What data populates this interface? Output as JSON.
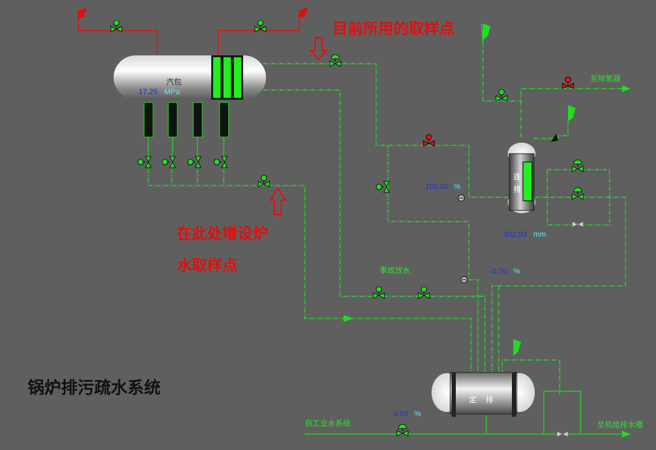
{
  "title": "锅炉排污疏水系统",
  "annotations": {
    "current_sample_point": "目前所用的取样点",
    "new_sample_point_line1": "在此处增设炉",
    "new_sample_point_line2": "水取样点"
  },
  "drum": {
    "label": "汽包",
    "pressure_value": "17.25",
    "pressure_unit": "MPa"
  },
  "continuous_blowdown": {
    "label_line1": "连",
    "label_line2": "排",
    "flow_percent_value": "100.00",
    "flow_percent_unit": "%",
    "level_value": "302.93",
    "level_unit": "mm",
    "deaerator_label": "至除氧器"
  },
  "periodic_blowdown": {
    "label_line1": "定",
    "label_line2": "排",
    "valve_percent_value": "-0.70",
    "valve_percent_unit": "%",
    "emergency_drain_label": "事故放水",
    "inlet_label": "自工业水系统",
    "inlet_flow_value": "0.09",
    "inlet_flow_unit": "%",
    "outlet_label": "至机组排水槽"
  },
  "colors": {
    "background": "#5f5f5f",
    "pipe_green": "#22dd22",
    "steam_red": "#e01010",
    "annotation_red": "#e01010",
    "value_blue": "#1f2fd8"
  }
}
